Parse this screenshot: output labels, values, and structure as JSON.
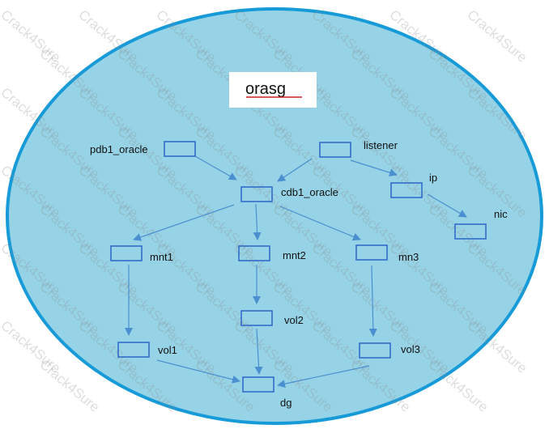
{
  "title": "orasg",
  "watermark": "Crack4Sure",
  "colors": {
    "ellipse_fill": "#97d3e6",
    "ellipse_stroke": "#169ad8",
    "node_stroke": "#2a66c8",
    "edge": "#4a8fd0",
    "underline": "#cc2222"
  },
  "nodes": [
    {
      "id": "pdb1_oracle",
      "label": "pdb1_oracle"
    },
    {
      "id": "listener",
      "label": "listener"
    },
    {
      "id": "cdb1_oracle",
      "label": "cdb1_oracle"
    },
    {
      "id": "ip",
      "label": "ip"
    },
    {
      "id": "nic",
      "label": "nic"
    },
    {
      "id": "mnt1",
      "label": "mnt1"
    },
    {
      "id": "mnt2",
      "label": "mnt2"
    },
    {
      "id": "mn3",
      "label": "mn3"
    },
    {
      "id": "vol1",
      "label": "vol1"
    },
    {
      "id": "vol2",
      "label": "vol2"
    },
    {
      "id": "vol3",
      "label": "vol3"
    },
    {
      "id": "dg",
      "label": "dg"
    }
  ],
  "edges": [
    {
      "from": "pdb1_oracle",
      "to": "cdb1_oracle"
    },
    {
      "from": "listener",
      "to": "cdb1_oracle"
    },
    {
      "from": "listener",
      "to": "ip"
    },
    {
      "from": "ip",
      "to": "nic"
    },
    {
      "from": "cdb1_oracle",
      "to": "mnt1"
    },
    {
      "from": "cdb1_oracle",
      "to": "mnt2"
    },
    {
      "from": "cdb1_oracle",
      "to": "mn3"
    },
    {
      "from": "mnt1",
      "to": "vol1"
    },
    {
      "from": "mnt2",
      "to": "vol2"
    },
    {
      "from": "mn3",
      "to": "vol3"
    },
    {
      "from": "vol1",
      "to": "dg"
    },
    {
      "from": "vol2",
      "to": "dg"
    },
    {
      "from": "vol3",
      "to": "dg"
    }
  ]
}
